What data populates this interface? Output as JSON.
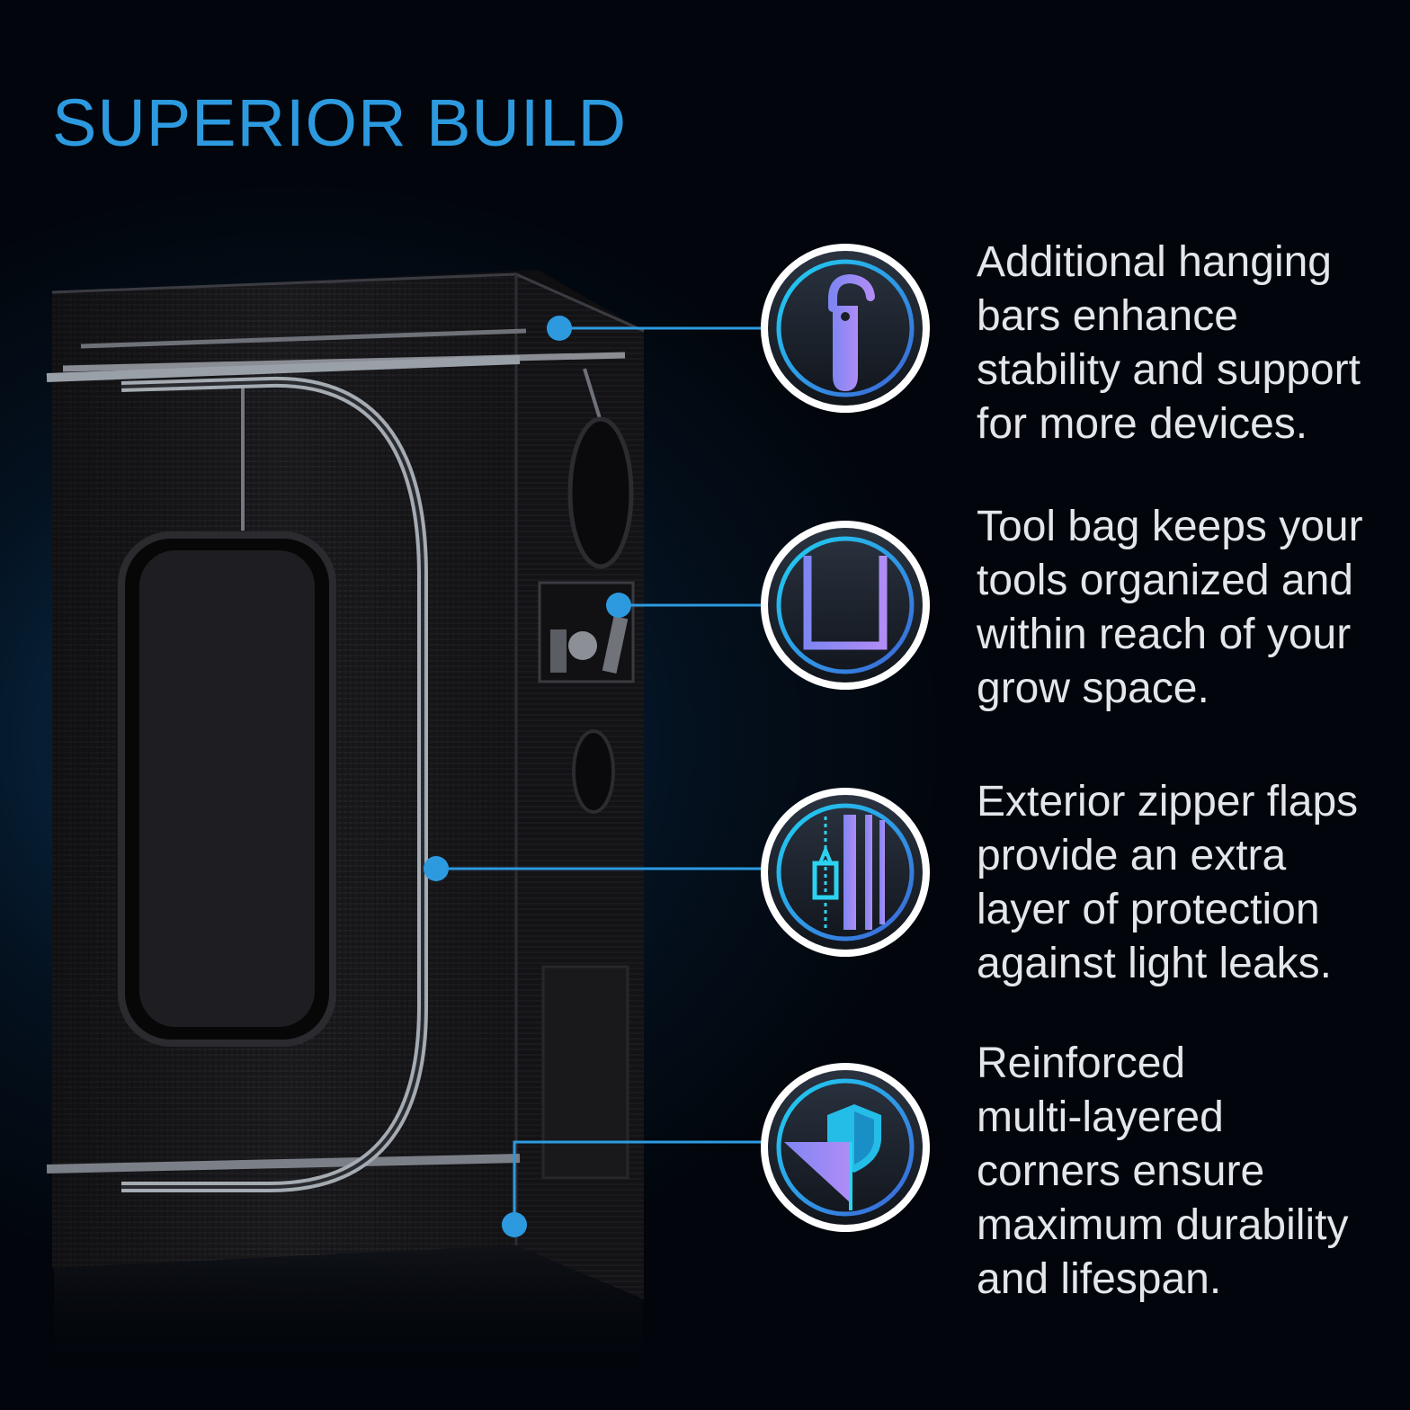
{
  "headline": "SUPERIOR BUILD",
  "colors": {
    "accent": "#2d9ae0",
    "icon_cyan": "#2cd3f0",
    "icon_purple": "#8b7cf2",
    "text": "#e3e6ea",
    "background": "#04111f"
  },
  "features": [
    {
      "icon": "hanging-hook-icon",
      "text": "Additional hanging\nbars enhance\nstability and support\nfor more devices."
    },
    {
      "icon": "tool-bag-icon",
      "text": "Tool bag keeps your\ntools organized and\nwithin reach of your\ngrow space."
    },
    {
      "icon": "zipper-flap-icon",
      "text": "Exterior zipper flaps\nprovide an extra\nlayer of protection\nagainst light leaks."
    },
    {
      "icon": "reinforced-corner-shield-icon",
      "text": "Reinforced\nmulti-layered\ncorners ensure\nmaximum durability\nand lifespan."
    }
  ]
}
